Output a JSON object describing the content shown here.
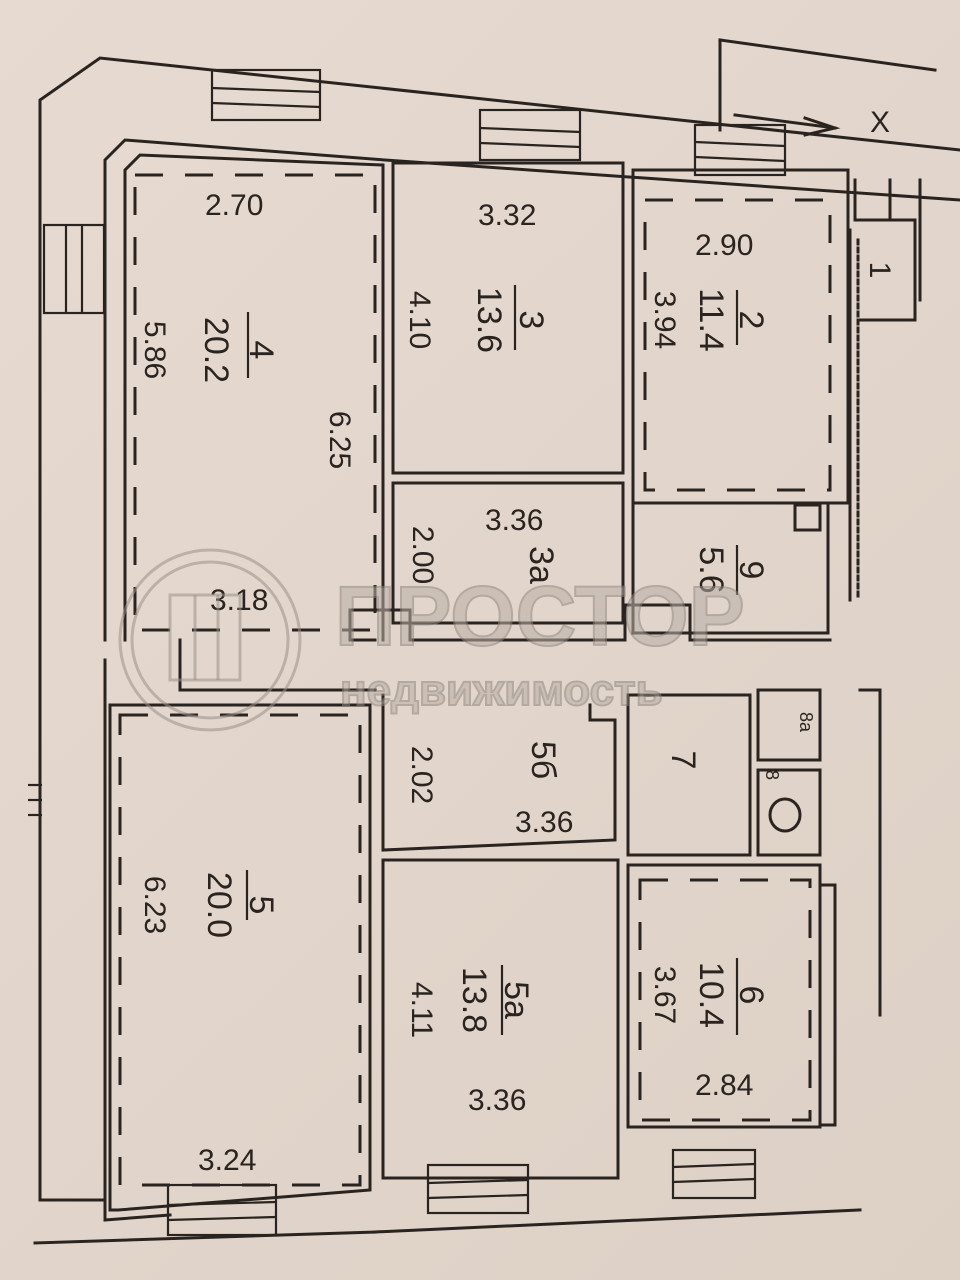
{
  "plan": {
    "rooms": [
      {
        "id": "4",
        "area": "20.2",
        "dims": [
          "2.70",
          "6.25",
          "5.86",
          "3.18"
        ]
      },
      {
        "id": "3",
        "area": "13.6",
        "dims": [
          "3.32",
          "4.10"
        ]
      },
      {
        "id": "2",
        "area": "11.4",
        "dims": [
          "2.90",
          "3.94"
        ]
      },
      {
        "id": "1",
        "area": ""
      },
      {
        "id": "3а",
        "area": "",
        "dims": [
          "3.36",
          "2.00"
        ]
      },
      {
        "id": "9",
        "area": "5.6"
      },
      {
        "id": "5",
        "area": "20.0",
        "dims": [
          "6.23",
          "3.24"
        ]
      },
      {
        "id": "5б",
        "area": "",
        "dims": [
          "2.02",
          "3.36"
        ]
      },
      {
        "id": "7",
        "area": ""
      },
      {
        "id": "8а",
        "area": ""
      },
      {
        "id": "8",
        "area": ""
      },
      {
        "id": "5а",
        "area": "13.8",
        "dims": [
          "4.11",
          "3.36"
        ]
      },
      {
        "id": "6",
        "area": "10.4",
        "dims": [
          "3.67",
          "2.84"
        ]
      }
    ],
    "entrance_mark": "X",
    "entrance_arrow": "arrow-right"
  },
  "watermark": {
    "brand": "ПРОСТОР",
    "tagline": "недвижимость"
  }
}
